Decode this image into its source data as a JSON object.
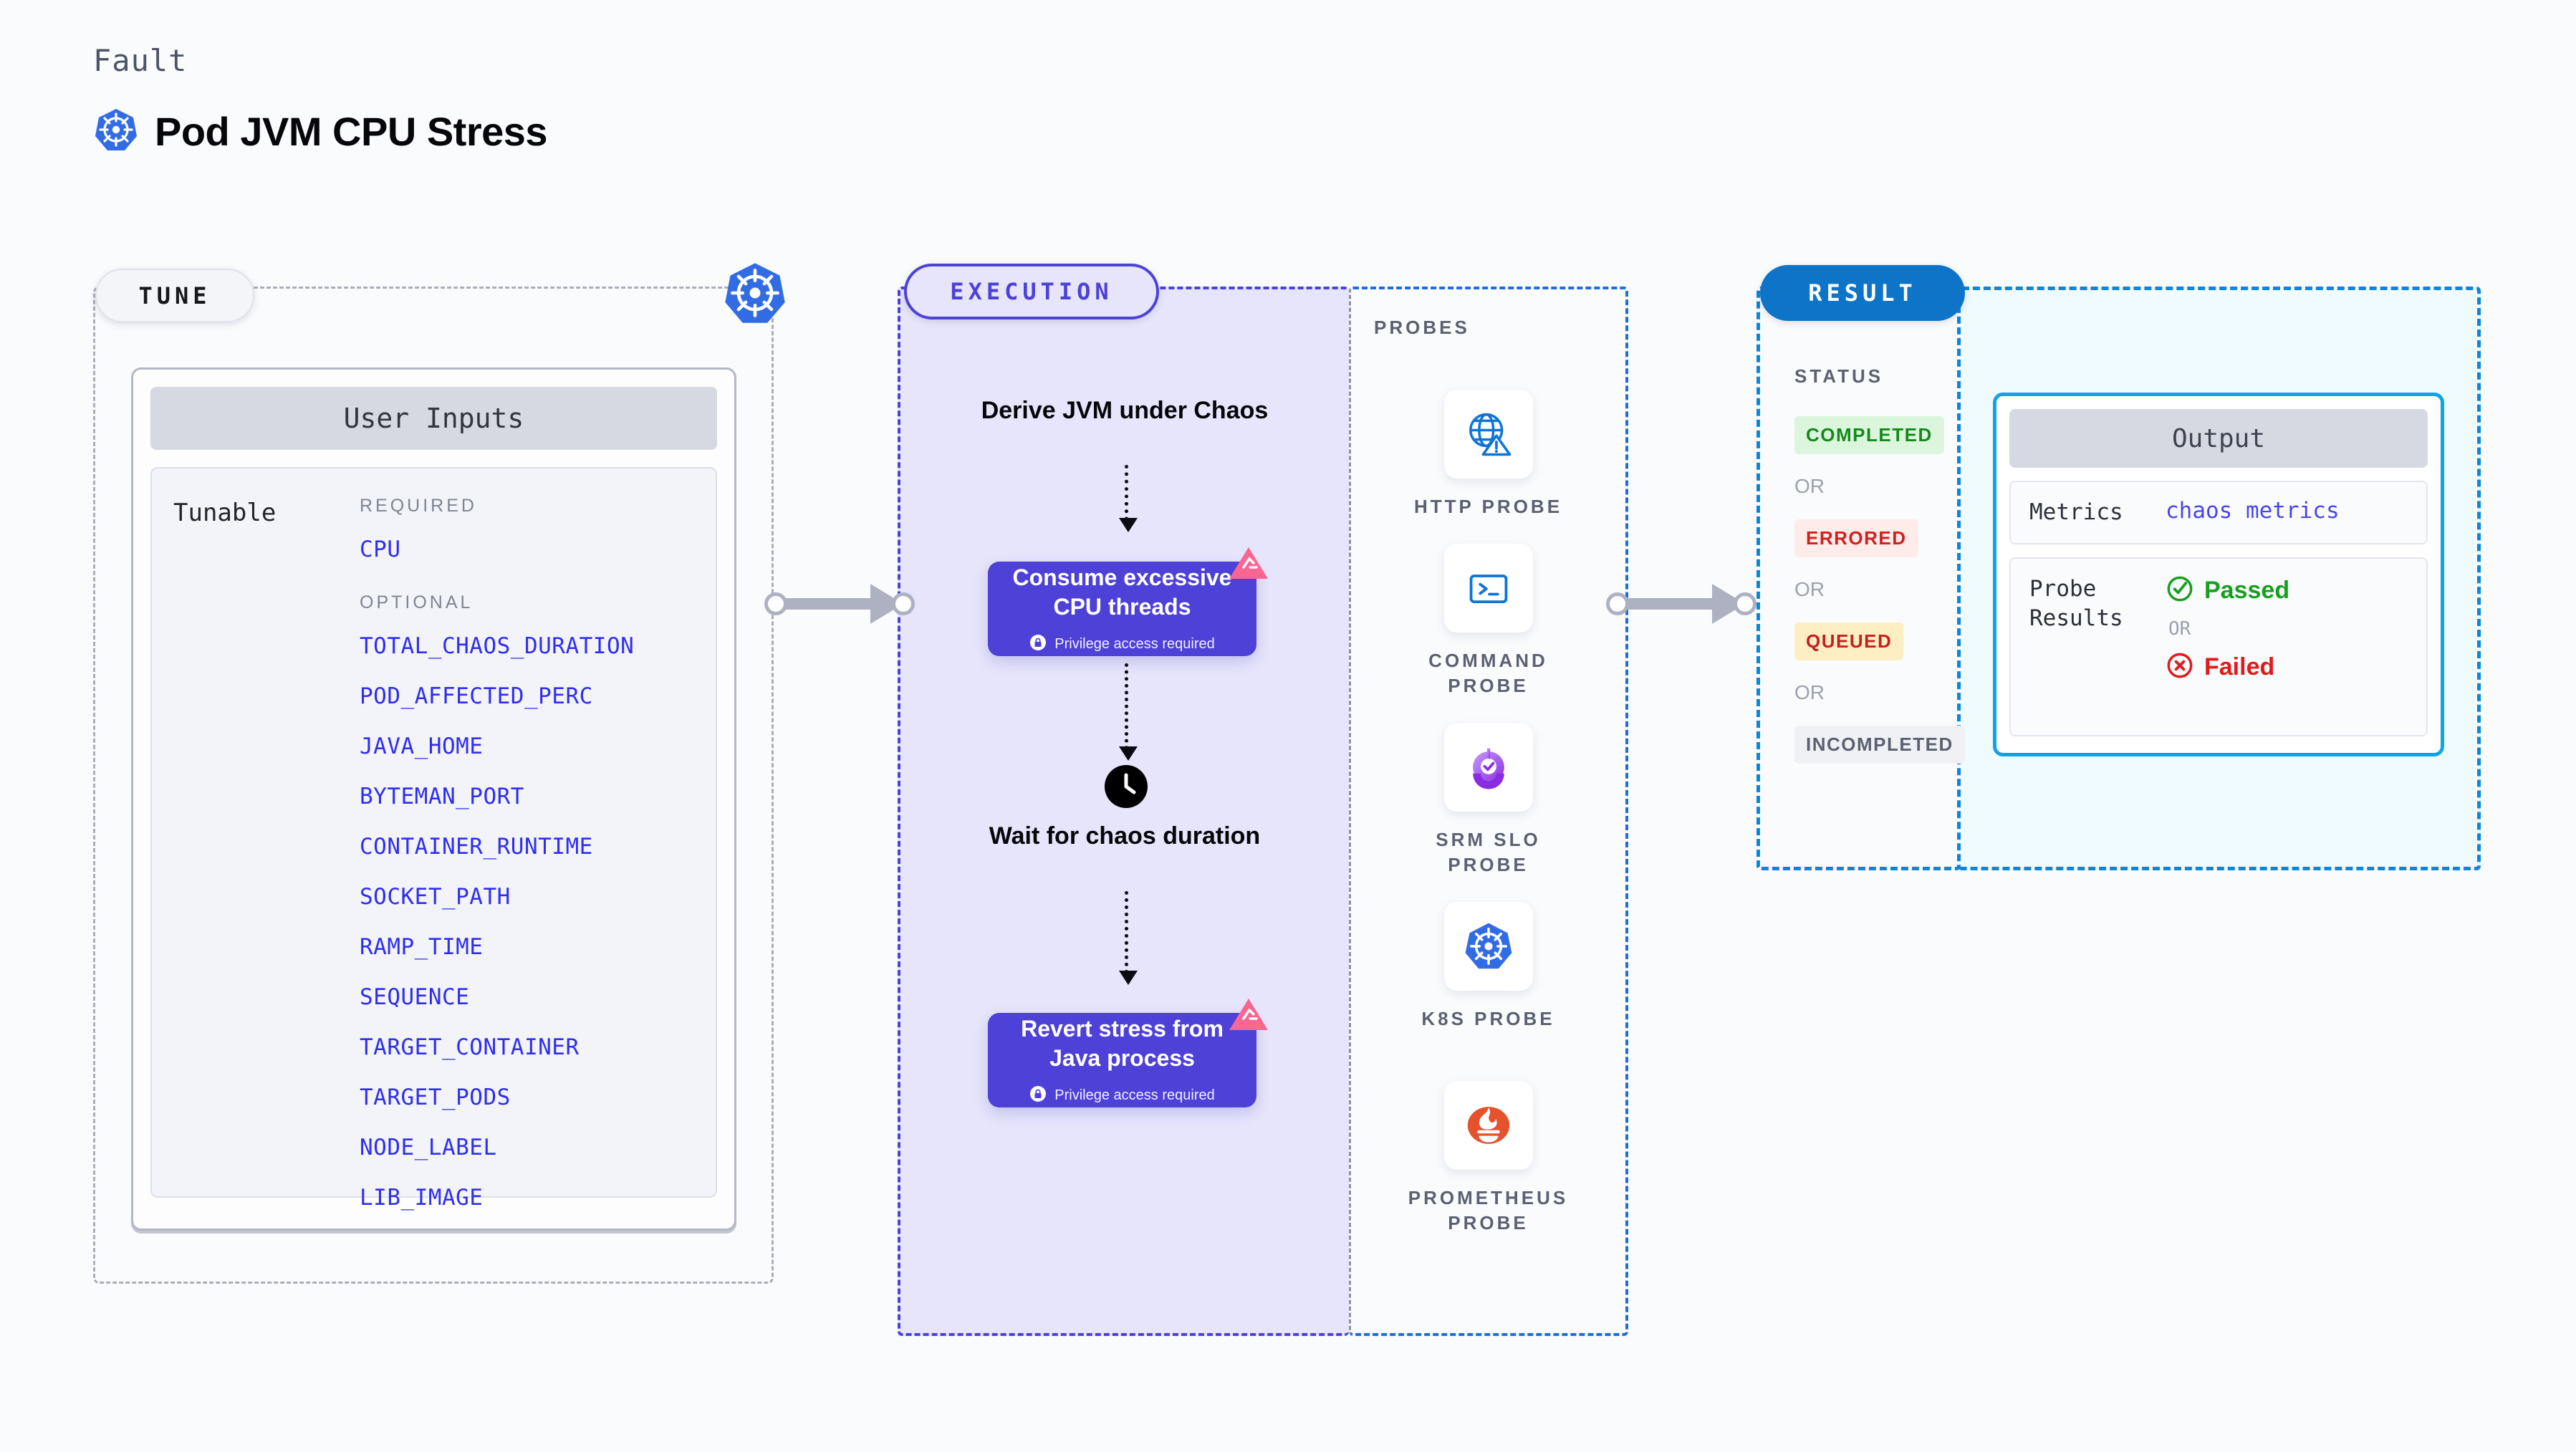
{
  "header": {
    "kicker": "Fault",
    "title": "Pod JVM CPU Stress",
    "icon": "kubernetes-icon"
  },
  "tune": {
    "pill_label": "TUNE",
    "k8s_icon": "kubernetes-icon",
    "card_title": "User Inputs",
    "tunable_label": "Tunable",
    "required_heading": "REQUIRED",
    "optional_heading": "OPTIONAL",
    "required": [
      "CPU"
    ],
    "optional": [
      "TOTAL_CHAOS_DURATION",
      "POD_AFFECTED_PERC",
      "JAVA_HOME",
      "BYTEMAN_PORT",
      "CONTAINER_RUNTIME",
      "SOCKET_PATH",
      "RAMP_TIME",
      "SEQUENCE",
      "TARGET_CONTAINER",
      "TARGET_PODS",
      "NODE_LABEL",
      "LIB_IMAGE"
    ]
  },
  "execution": {
    "pill_label": "EXECUTION",
    "step1_title": "Derive JVM under\nChaos",
    "step2_title": "Consume excessive\nCPU threads",
    "step2_privilege": "Privilege access required",
    "wait_title": "Wait for chaos\nduration",
    "wait_icon": "clock-icon",
    "step3_title": "Revert stress from\nJava process",
    "step3_privilege": "Privilege access required",
    "badge_icon": "harness-logo-icon",
    "lock_icon": "lock-icon"
  },
  "probes": {
    "section_label": "PROBES",
    "items": [
      {
        "name": "HTTP PROBE",
        "icon": "globe-warning-icon"
      },
      {
        "name": "COMMAND\nPROBE",
        "icon": "terminal-icon"
      },
      {
        "name": "SRM SLO\nPROBE",
        "icon": "srm-slo-icon"
      },
      {
        "name": "K8S PROBE",
        "icon": "kubernetes-icon"
      },
      {
        "name": "PROMETHEUS\nPROBE",
        "icon": "prometheus-icon"
      }
    ]
  },
  "result": {
    "pill_label": "RESULT",
    "status_label": "STATUS",
    "or_label": "OR",
    "statuses": [
      {
        "label": "COMPLETED",
        "bg": "#dcf5dd",
        "fg": "#148a1c"
      },
      {
        "label": "ERRORED",
        "bg": "#fdecea",
        "fg": "#d12020"
      },
      {
        "label": "QUEUED",
        "bg": "#fdeec3",
        "fg": "#c52020"
      },
      {
        "label": "INCOMPLETED",
        "bg": "#f0f1f5",
        "fg": "#5b6172"
      }
    ],
    "output": {
      "title": "Output",
      "metrics_key": "Metrics",
      "metrics_value": "chaos metrics",
      "probe_results_key": "Probe\nResults",
      "passed_label": "Passed",
      "failed_label": "Failed",
      "or_label": "OR",
      "passed_icon": "check-circle-icon",
      "failed_icon": "x-circle-icon"
    }
  },
  "colors": {
    "accent_purple": "#4d41d8",
    "accent_blue": "#0d86da",
    "k8s_blue": "#326ce5",
    "harness_pink": "#fa6691",
    "param_blue": "#2f2ef0",
    "canvas": "#fafbfd"
  }
}
